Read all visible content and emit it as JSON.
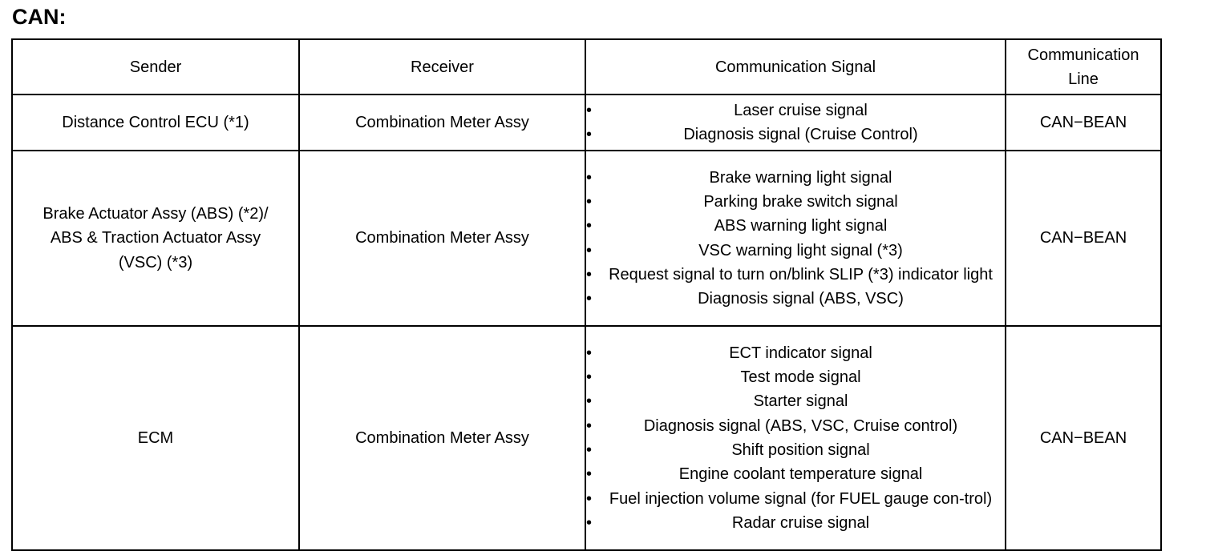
{
  "title": "CAN:",
  "table": {
    "headers": {
      "sender": "Sender",
      "receiver": "Receiver",
      "signal": "Communication Signal",
      "line_1": "Communication",
      "line_2": "Line"
    },
    "rows": [
      {
        "sender": [
          "Distance Control ECU (*1)"
        ],
        "receiver": "Combination Meter Assy",
        "signals": [
          "Laser cruise signal",
          "Diagnosis  signal (Cruise Control)"
        ],
        "line": "CAN−BEAN"
      },
      {
        "sender": [
          "Brake Actuator Assy (ABS) (*2)/",
          "ABS & Traction Actuator Assy",
          "(VSC) (*3)"
        ],
        "receiver": "Combination Meter Assy",
        "signals": [
          "Brake warning light signal",
          "Parking brake switch signal",
          "ABS warning light signal",
          "VSC warning light signal (*3)",
          "Request signal to turn on/blink SLIP (*3) indicator light",
          "Diagnosis signal (ABS, VSC)"
        ],
        "line": "CAN−BEAN"
      },
      {
        "sender": [
          "ECM"
        ],
        "receiver": "Combination Meter Assy",
        "signals": [
          "ECT indicator signal",
          "Test mode signal",
          "Starter signal",
          "Diagnosis signal (ABS, VSC, Cruise control)",
          "Shift position signal",
          "Engine coolant temperature signal",
          "Fuel injection volume signal (for FUEL gauge con-trol)",
          "Radar cruise signal"
        ],
        "line": "CAN−BEAN"
      }
    ]
  }
}
